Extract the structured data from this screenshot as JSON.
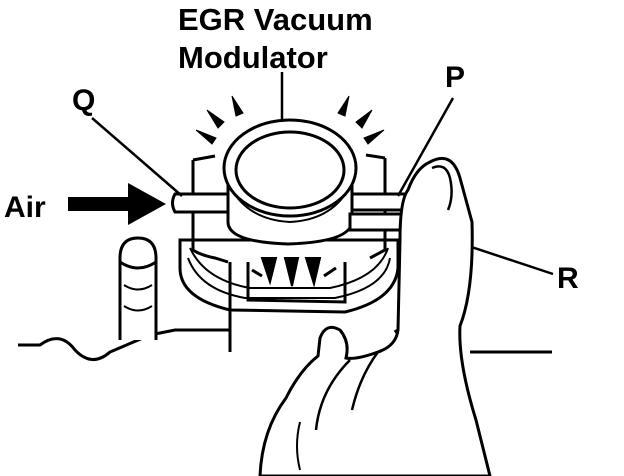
{
  "labels": {
    "title_line1": "EGR Vacuum",
    "title_line2": "Modulator",
    "port_q": "Q",
    "port_p": "P",
    "port_r": "R",
    "air": "Air"
  },
  "colors": {
    "ink": "#000000",
    "paper": "#ffffff"
  },
  "icons": {
    "air_flow": "arrow-right-icon"
  }
}
